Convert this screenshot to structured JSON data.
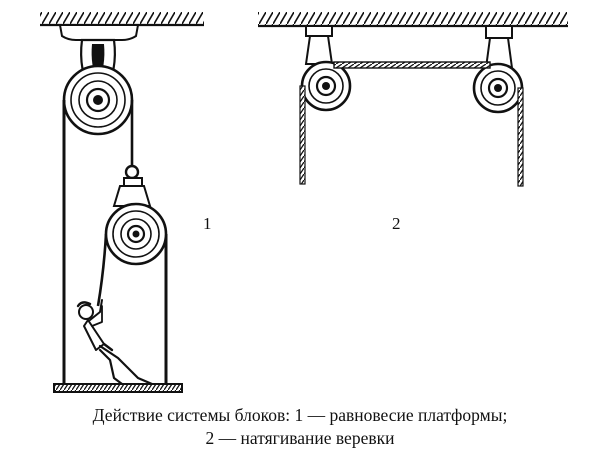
{
  "figure": {
    "label_1": "1",
    "label_2": "2"
  },
  "caption": {
    "line_1": "Действие системы блоков: 1 — равновесие платформы;",
    "line_2": "2 — натягивание веревки"
  }
}
